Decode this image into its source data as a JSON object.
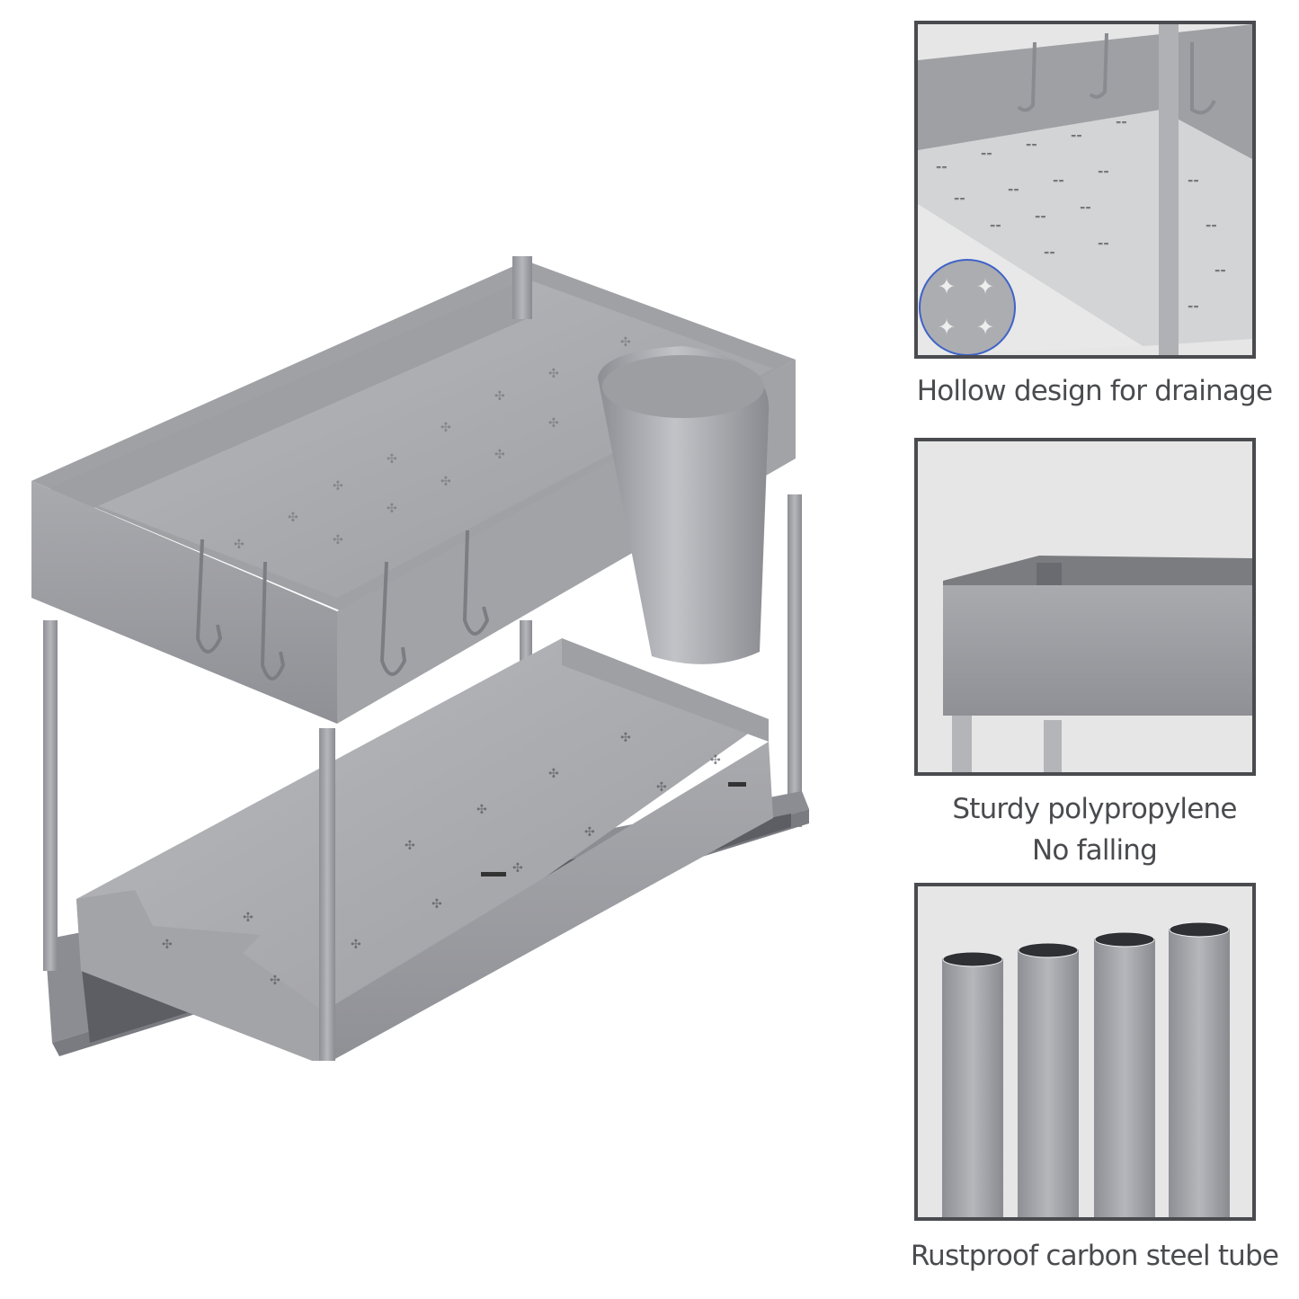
{
  "product": {
    "name": "2-tier under sink organizer with hooks and cup",
    "color_hex": "#9a9ba0",
    "hooks_count": 4,
    "tiers": 2
  },
  "features": [
    {
      "caption": "Hollow design for drainage",
      "detail": "perforated-shelf-closeup"
    },
    {
      "caption_line1": "Sturdy polypropylene",
      "caption_line2": "No falling",
      "detail": "shelf-edge-closeup"
    },
    {
      "caption": "Rustproof carbon steel tube",
      "detail": "steel-tubes-closeup",
      "tube_count": 4
    }
  ],
  "colors": {
    "frame_border": "#4a4b4f",
    "caption_text": "#4a4b4f",
    "panel_bg": "#e4e4e4",
    "inset_ring": "#3e63c8"
  }
}
